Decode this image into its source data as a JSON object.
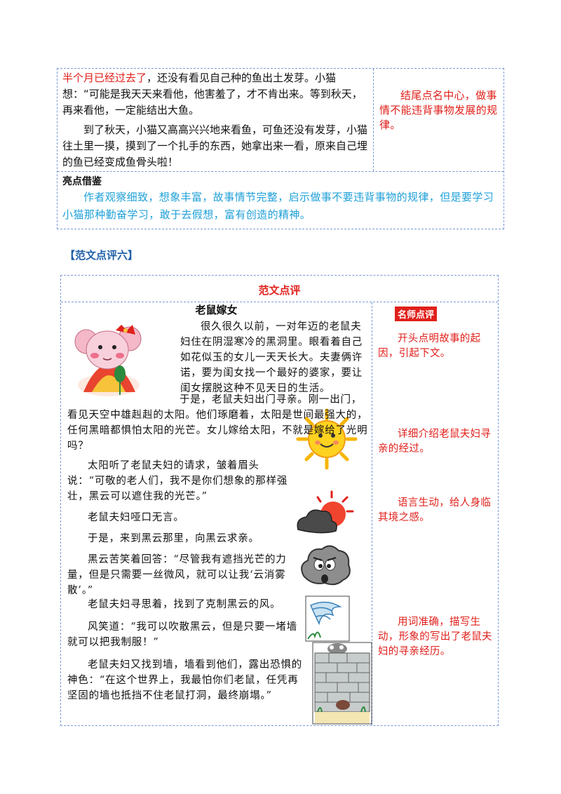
{
  "top": {
    "highlight_phrase": "半个月已经过去了",
    "story_p1_rest": "，还没有看见自己种的鱼出土发芽。小猫想：“可能是我天天来看他，他害羞了，才不肯出来。等到秋天，再来看他，一定能结出大鱼。",
    "story_p2": "到了秋天，小猫又高高兴兴地来看鱼，可鱼还没有发芽，小猫往土里一摸，摸到了一个扎手的东西，她拿出来一看，原来自己埋的鱼已经变成鱼骨头啦！",
    "comment": "结尾点名中心，做事情不能违背事物发展的规律。",
    "highlights_title": "亮点借鉴",
    "highlights_text": "作者观察细致，想象丰富，故事情节完整，启示做事不要违背事物的规律，但是要学习小猫那种勤奋学习，敢于去假想，富有创造的精神。"
  },
  "section_title": "【范文点评六】",
  "essay": {
    "header": "范文点评",
    "title": "老鼠嫁女",
    "paragraphs": [
      "很久很久以前，一对年迈的老鼠夫妇住在阴湿寒冷的黑洞里。眼看着自己如花似玉的女儿一天天长大。夫妻俩许诺，要为闺女找一个最好的婆家，要让闺女摆脱这种不见天日的生活。",
      "于是，老鼠夫妇出门寻亲。刚一出门，看见天空中雄赳赳的太阳。他们琢磨着，太阳是世间最强大的，任何黑暗都惧怕太阳的光芒。女儿嫁给太阳，不就是嫁给了光明吗？",
      "太阳听了老鼠夫妇的请求，皱着眉头说：“可敬的老人们，我不是你们想象的那样强壮，黑云可以遮住我的光芒。”",
      "老鼠夫妇哑口无言。",
      "于是，来到黑云那里，向黑云求亲。",
      "黑云苦笑着回答：“尽管我有遮挡光芒的力量，但是只需要一丝微风，就可以让我‘云消雾散’。”",
      "老鼠夫妇寻思着，找到了克制黑云的风。",
      "风笑道：“我可以吹散黑云，但是只要一堵墙就可以把我制服！”",
      "老鼠夫妇又找到墙，墙看到他们，露出恐惧的神色：“在这个世界上，我最怕你们老鼠，任凭再坚固的墙也抵挡不住老鼠打洞，最终崩塌。”"
    ],
    "badge": "名师点评",
    "comments": [
      "开头点明故事的起因，引起下文。",
      "详细介绍老鼠夫妇寻亲的经过。",
      "语言生动，给人身临其境之感。",
      "用词准确，描写生动，形象的写出了老鼠夫妇的寻亲经历。"
    ]
  }
}
